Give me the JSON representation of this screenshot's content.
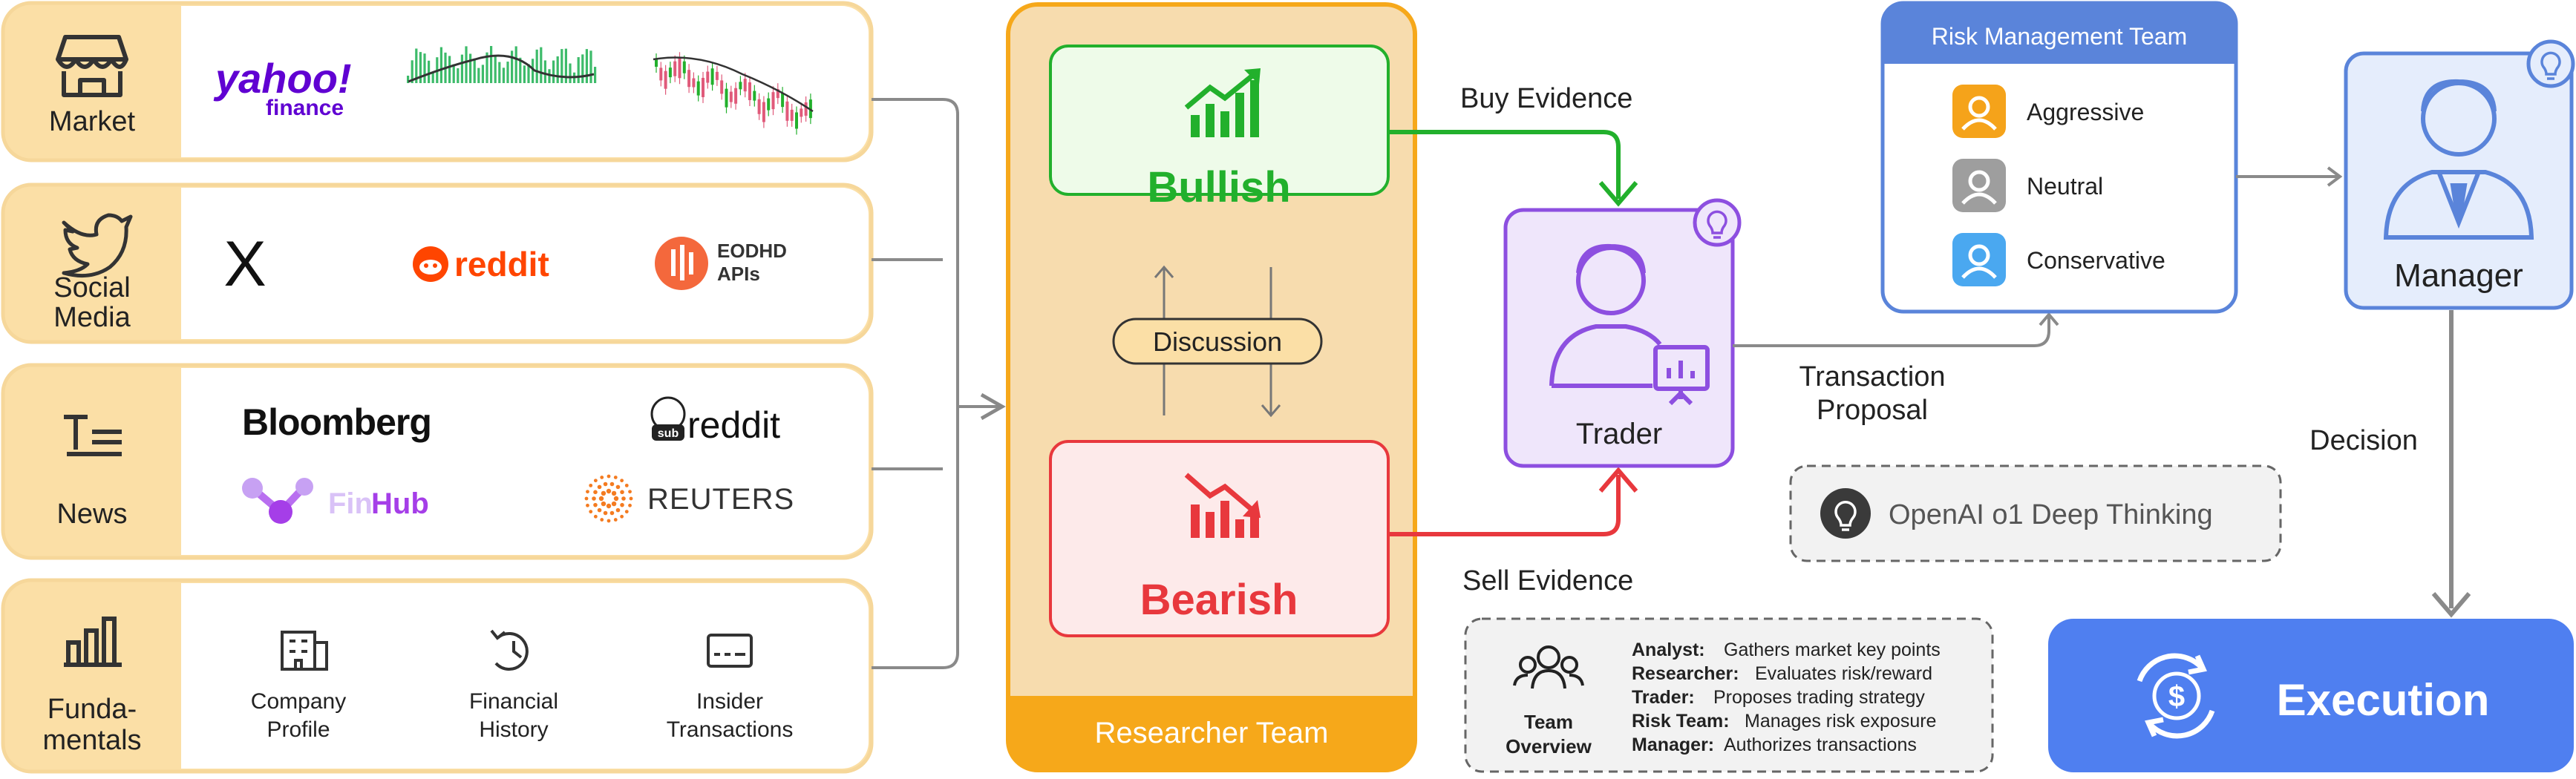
{
  "sources": {
    "market": {
      "label": "Market",
      "logos": {
        "yahoo_main": "yahoo!",
        "yahoo_sub": "finance"
      }
    },
    "social": {
      "label_line1": "Social",
      "label_line2": "Media",
      "logos": {
        "x": "X",
        "reddit": "reddit",
        "eodhd_line1": "EODHD",
        "eodhd_line2": "APIs"
      }
    },
    "news": {
      "label": "News",
      "logos": {
        "bloomberg": "Bloomberg",
        "reddit": "reddit",
        "reddit_badge": "sub",
        "finhub_a": "Fin",
        "finhub_b": "Hub",
        "reuters": "REUTERS"
      }
    },
    "fundamentals": {
      "label_line1": "Funda-",
      "label_line2": "mentals",
      "items": [
        {
          "line1": "Company",
          "line2": "Profile",
          "icon": "building-icon"
        },
        {
          "line1": "Financial",
          "line2": "History",
          "icon": "history-icon"
        },
        {
          "line1": "Insider",
          "line2": "Transactions",
          "icon": "card-icon"
        }
      ]
    }
  },
  "researcher": {
    "team_label": "Researcher Team",
    "bullish": "Bullish",
    "bearish": "Bearish",
    "discussion": "Discussion"
  },
  "flow": {
    "buy_evidence": "Buy Evidence",
    "sell_evidence": "Sell Evidence",
    "proposal_line1": "Transaction",
    "proposal_line2": "Proposal",
    "decision": "Decision"
  },
  "trader": {
    "label": "Trader"
  },
  "risk": {
    "title": "Risk Management Team",
    "members": [
      {
        "label": "Aggressive",
        "color": "#f5a31a"
      },
      {
        "label": "Neutral",
        "color": "#9e9e9e"
      },
      {
        "label": "Conservative",
        "color": "#4aa8f0"
      }
    ]
  },
  "manager": {
    "label": "Manager"
  },
  "execution": {
    "label": "Execution"
  },
  "deep_thinking": {
    "label": "OpenAI o1 Deep Thinking"
  },
  "overview": {
    "title_line1": "Team",
    "title_line2": "Overview",
    "rows": [
      {
        "role": "Analyst:",
        "desc": "Gathers market key points"
      },
      {
        "role": "Researcher:",
        "desc": "Evaluates risk/reward"
      },
      {
        "role": "Trader:",
        "desc": "Proposes trading strategy"
      },
      {
        "role": "Risk Team:",
        "desc": "Manages risk exposure"
      },
      {
        "role": "Manager:",
        "desc": "Authorizes transactions"
      }
    ]
  },
  "colors": {
    "source_border": "#f6d79a",
    "source_label_bg": "#fbdfa6",
    "researcher_bg": "#f7dcae",
    "researcher_border": "#f6a81a",
    "bullish": "#22b02c",
    "bearish": "#e8383d",
    "trader": "#8d4fe0",
    "risk_blue": "#5a84da",
    "execution": "#4f7ff0"
  }
}
